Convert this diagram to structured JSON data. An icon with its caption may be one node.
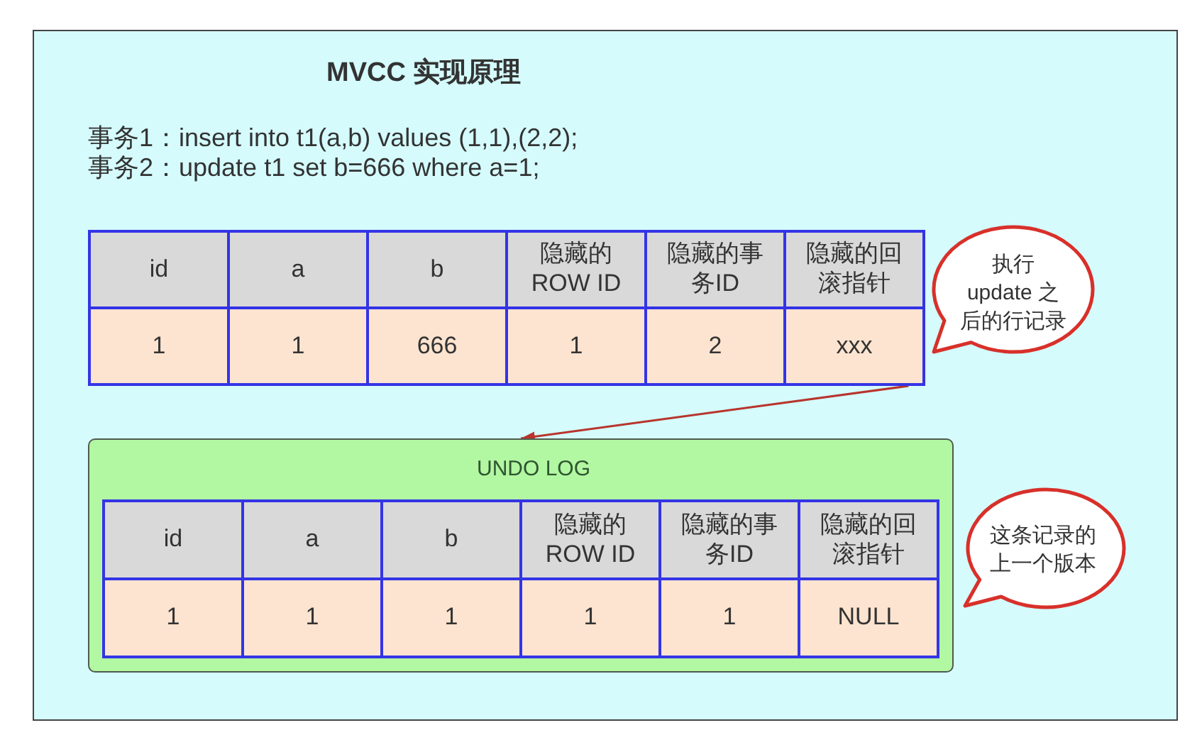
{
  "diagram": {
    "title": "MVCC 实现原理",
    "nodes": [
      {
        "text": [
          "id",
          "a",
          "b",
          "隐藏的 ROW ID",
          "隐藏的事务ID",
          "隐藏的回滚指针",
          "1",
          "1",
          "666",
          "1",
          "2",
          "xxx"
        ]
      },
      {
        "text": [
          "执行 update 之后的行记录"
        ]
      },
      {
        "text": [
          "UNDO LOG"
        ]
      },
      {
        "text": [
          "id",
          "a",
          "b",
          "隐藏的 ROW ID",
          "隐藏的事务ID",
          "隐藏的回滚指针",
          "1",
          "1",
          "1",
          "1",
          "1",
          "NULL"
        ],
        "in": 2
      },
      {
        "text": [
          "这条记录的上一个版本"
        ]
      }
    ],
    "edges": [
      {
        "from": 0,
        "to": 2,
        "arrow": "to"
      }
    ],
    "labels": [
      "事务1：insert into t1(a,b) values (1,1),(2,2);",
      "事务2：update t1 set b=666 where a=1;"
    ]
  }
}
